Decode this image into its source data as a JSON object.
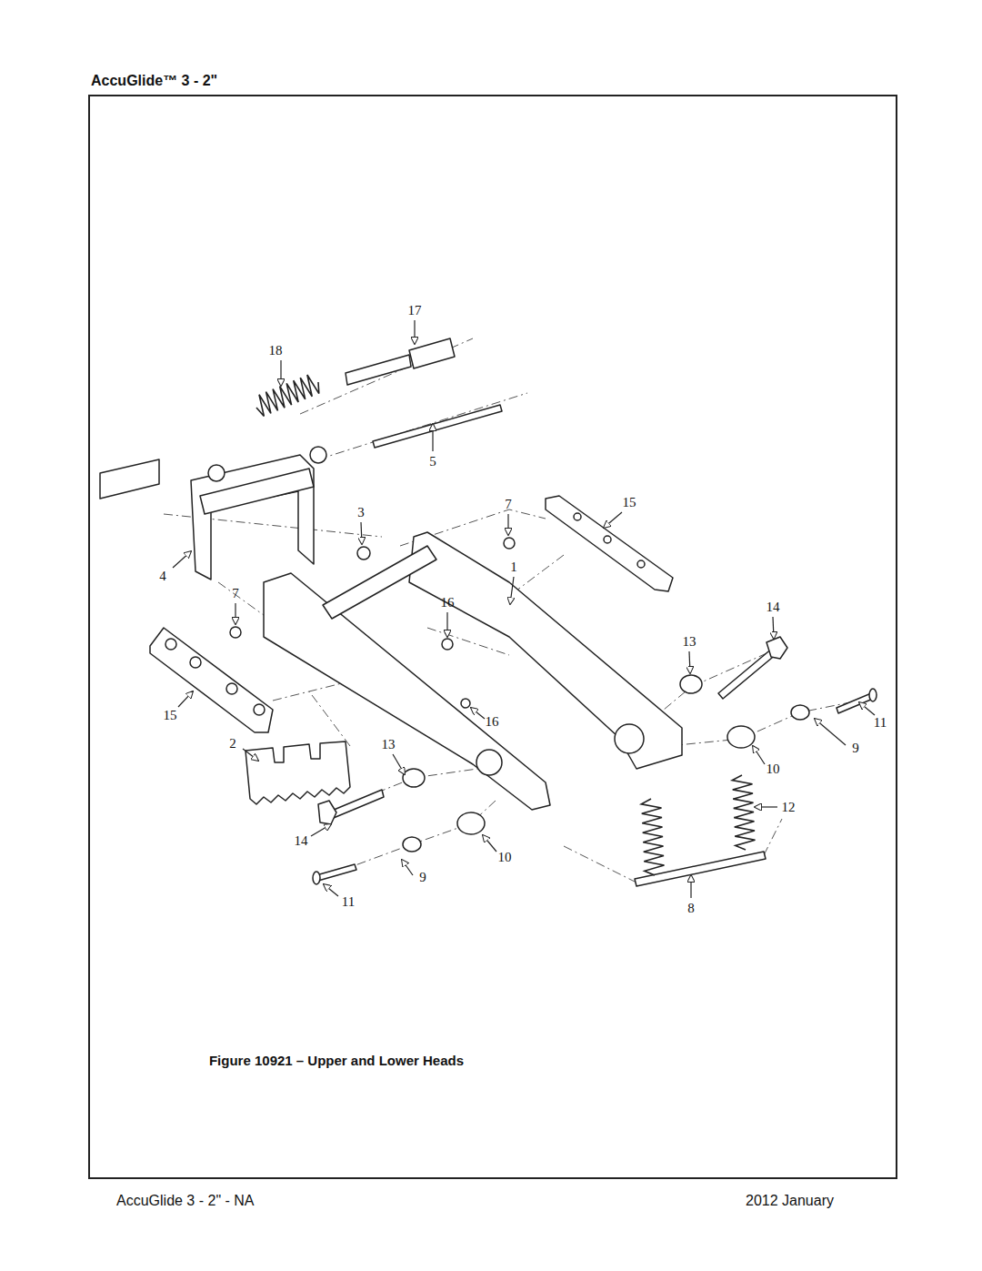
{
  "diagram": {
    "title": "AccuGlide™ 3 - 2\"",
    "caption": "Figure 10921 – Upper and Lower Heads",
    "labels": [
      "AccuGlide 3 - 2\" - NA",
      "2012 January",
      "17",
      "18",
      "5",
      "3",
      "7",
      "15",
      "4",
      "7",
      "1",
      "16",
      "14",
      "13",
      "15",
      "16",
      "11",
      "2",
      "13",
      "9",
      "10",
      "12",
      "14",
      "10",
      "9",
      "11",
      "8"
    ]
  }
}
